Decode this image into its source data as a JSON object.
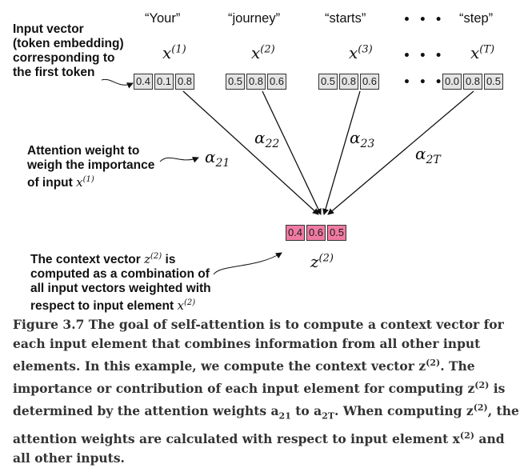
{
  "annotations": {
    "input_vector": [
      "Input vector",
      "(token embedding)",
      "corresponding to",
      "the first token"
    ],
    "attention_weight": [
      "Attention weight to",
      "weigh the importance",
      "of input"
    ],
    "context_vector": [
      "The context vector",
      "is",
      "computed as a combination of",
      "all input vectors weighted with",
      "respect to input element"
    ]
  },
  "tokens": [
    {
      "word": "“Your”",
      "symbol": "x",
      "index": "(1)",
      "values": [
        "0.4",
        "0.1",
        "0.8"
      ]
    },
    {
      "word": "“journey”",
      "symbol": "x",
      "index": "(2)",
      "values": [
        "0.5",
        "0.8",
        "0.6"
      ]
    },
    {
      "word": "“starts”",
      "symbol": "x",
      "index": "(3)",
      "values": [
        "0.5",
        "0.8",
        "0.6"
      ]
    },
    {
      "word": "“step”",
      "symbol": "x",
      "index": "(T)",
      "values": [
        "0.0",
        "0.8",
        "0.5"
      ]
    }
  ],
  "ellipsis": "• • •",
  "weights": [
    {
      "symbol": "α",
      "sub": "21"
    },
    {
      "symbol": "α",
      "sub": "22"
    },
    {
      "symbol": "α",
      "sub": "23"
    },
    {
      "symbol": "α",
      "sub": "2T"
    }
  ],
  "context": {
    "symbol": "z",
    "index": "(2)",
    "values": [
      "0.4",
      "0.6",
      "0.5"
    ]
  },
  "caption": {
    "label": "Figure 3.7",
    "text1": "The goal of self-attention is to compute a context vector for each input element that combines information from all other input elements. In this example, we compute the context vector z",
    "sup1": "(2)",
    "text2": ". The importance or contribution of each input element for computing z",
    "sup2": "(2)",
    "text3": " is determined by the attention weights a",
    "sub1": "21",
    "text4": " to a",
    "sub2": "2T",
    "text5": ". When computing z",
    "sup3": "(2)",
    "text6": ", the attention weights are calculated with respect to input element x",
    "sup4": "(2)",
    "text7": " and all other inputs."
  },
  "colors": {
    "input_cell": "#e4e4e4",
    "context_cell": "#f07aa3",
    "caption_text": "#333333"
  }
}
